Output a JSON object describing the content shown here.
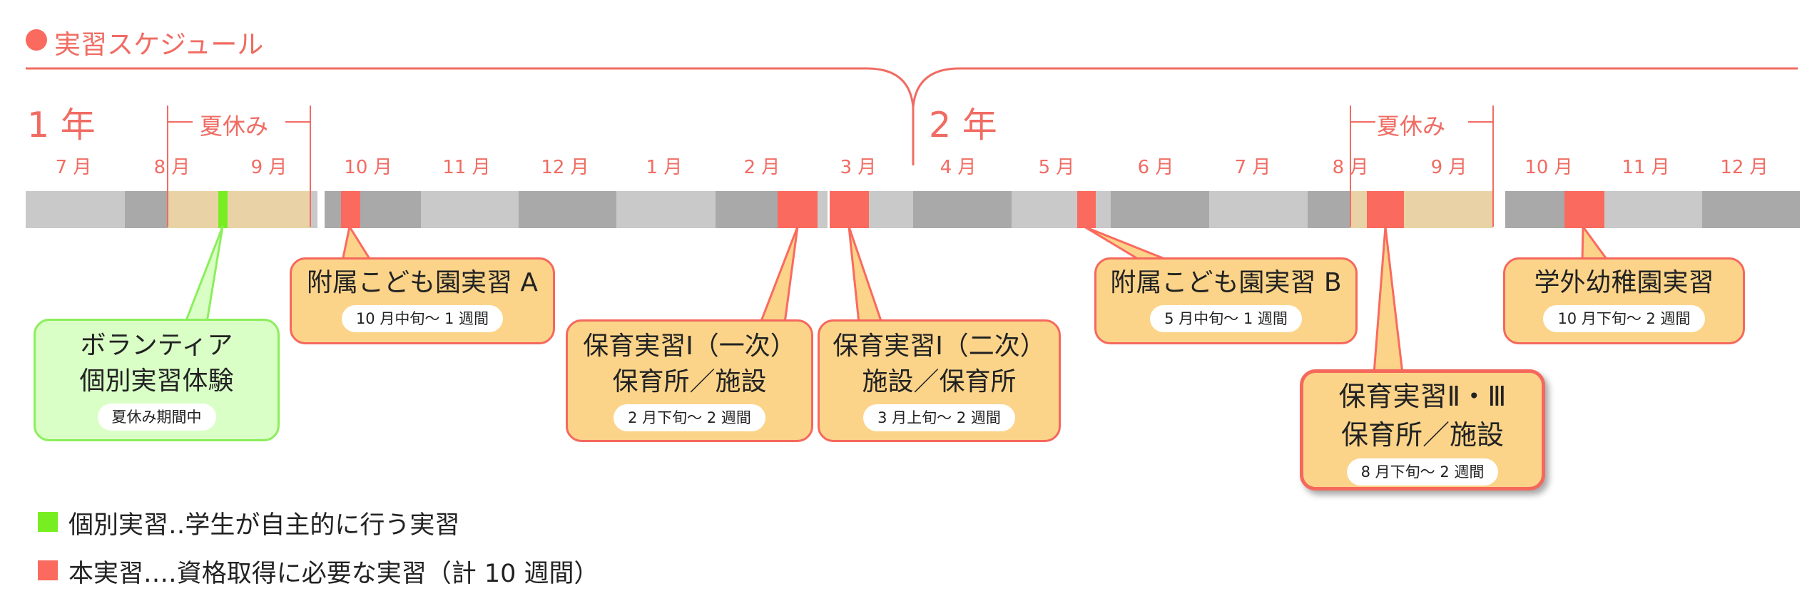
{
  "title": "実習スケジュール",
  "years": [
    "1 年",
    "2 年"
  ],
  "summer_label": "夏休み",
  "months_year1": [
    "7 月",
    "8 月",
    "9 月",
    "10 月",
    "11 月",
    "12 月",
    "1 月",
    "2 月",
    "3 月"
  ],
  "months_year2": [
    "4 月",
    "5 月",
    "6 月",
    "7 月",
    "8 月",
    "9 月",
    "10 月",
    "11 月",
    "12 月"
  ],
  "callouts": [
    {
      "lines": [
        "ボランティア",
        "個別実習体験"
      ],
      "period": "夏休み期間中"
    },
    {
      "lines": [
        "附属こども園実習 A"
      ],
      "period": "10 月中旬～ 1 週間"
    },
    {
      "lines": [
        "保育実習Ⅰ（一次）",
        "保育所／施設"
      ],
      "period": "2 月下旬～ 2 週間"
    },
    {
      "lines": [
        "保育実習Ⅰ（二次）",
        "施設／保育所"
      ],
      "period": "3 月上旬～ 2 週間"
    },
    {
      "lines": [
        "附属こども園実習 B"
      ],
      "period": "5 月中旬～ 1 週間"
    },
    {
      "lines": [
        "保育実習Ⅱ・Ⅲ",
        "保育所／施設"
      ],
      "period": "8 月下旬～ 2 週間"
    },
    {
      "lines": [
        "学外幼稚園実習"
      ],
      "period": "10 月下旬～ 2 週間"
    }
  ],
  "legend": [
    {
      "text": "個別実習‥学生が自主的に行う実習",
      "color": "#77ee22"
    },
    {
      "text": "本実習‥‥資格取得に必要な実習（計 10 週間）",
      "color": "#fa6a5e"
    }
  ],
  "colors": {
    "accent": "#f06c63",
    "red_block": "#fa6a5e",
    "green_block": "#77ee22",
    "summer_band": "#e9d3a6",
    "bar_light": "#c9c9c9",
    "bar_dark": "#a9a9a9"
  }
}
